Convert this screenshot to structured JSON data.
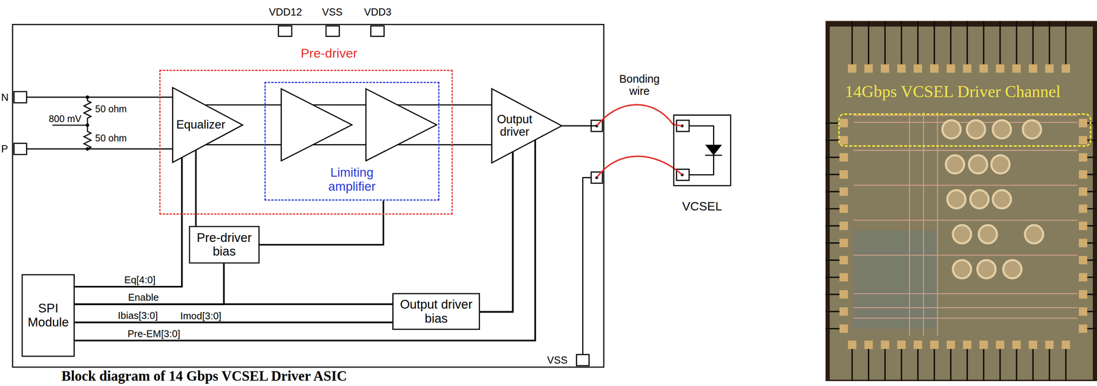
{
  "diagram": {
    "caption": "Block diagram of 14 Gbps VCSEL Driver ASIC",
    "nodes": [
      {
        "text": [
          "Pre-driver"
        ]
      },
      {
        "text": [
          "Equalizer"
        ],
        "in": 0
      },
      {
        "text": [
          "Limiting amplifier"
        ],
        "in": 0
      },
      {
        "text": [
          "Output driver"
        ]
      },
      {
        "text": [
          "Pre-driver bias"
        ]
      },
      {
        "text": [
          "SPI Module"
        ]
      },
      {
        "text": [
          "Output driver bias"
        ]
      },
      {
        "text": [
          "VCSEL"
        ]
      },
      {
        "text": [
          "14Gbps VCSEL Driver Channel"
        ]
      }
    ],
    "edges": [
      {
        "from": 1,
        "to": 2,
        "arrow": "none"
      },
      {
        "from": 1,
        "to": 2,
        "arrow": "none"
      },
      {
        "from": 2,
        "to": 3,
        "arrow": "none"
      },
      {
        "from": 2,
        "to": 3,
        "arrow": "none"
      },
      {
        "from": 4,
        "to": 1,
        "arrow": "none"
      },
      {
        "from": 4,
        "to": 2,
        "arrow": "none"
      },
      {
        "from": 5,
        "to": 1,
        "label": "Eq[4:0]",
        "arrow": "none"
      },
      {
        "from": 5,
        "to": 4,
        "label": "Enable",
        "arrow": "none"
      },
      {
        "from": 5,
        "to": 6,
        "arrow": "none"
      },
      {
        "from": 5,
        "to": 6,
        "label": "Ibias[3:0]",
        "arrow": "none"
      },
      {
        "from": 5,
        "to": 3,
        "label": "Pre-EM[3:0]",
        "arrow": "none"
      },
      {
        "from": 6,
        "to": 3,
        "arrow": "none"
      },
      {
        "from": 3,
        "to": 7,
        "arrow": "none"
      }
    ],
    "labels": [
      "VDD12",
      "VSS",
      "VDD3",
      "N",
      "P",
      "800 mV",
      "50 ohm",
      "50 ohm",
      "Imod[3:0]",
      "Bonding wire",
      "VSS"
    ]
  }
}
